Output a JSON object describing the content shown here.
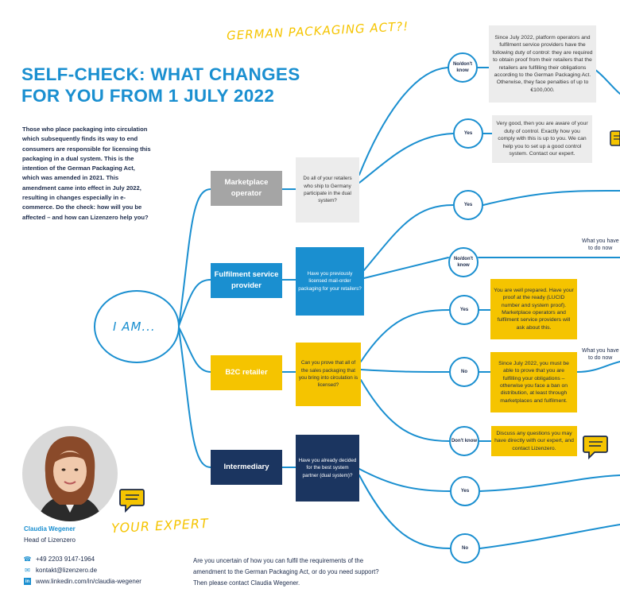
{
  "header": {
    "tag": "GERMAN PACKAGING ACT?!",
    "title_line1": "SELF-CHECK: WHAT CHANGES",
    "title_line2": "FOR YOU FROM 1 JULY 2022",
    "intro": "Those who place packaging into circulation which subsequently finds its way to end consumers are responsible for licensing this packaging in a dual system. This is the intention of the German Packaging Act, which was amended in 2021. This amendment came into effect in July 2022, resulting in changes especially in e-commerce. Do the check: how will you be affected – and how can Lizenzero help you?"
  },
  "start_label": "I AM...",
  "roles": {
    "marketplace": "Marketplace operator",
    "fulfilment": "Fulfilment service provider",
    "b2c": "B2C retailer",
    "intermediary": "Intermediary"
  },
  "questions": {
    "marketplace": "Do all of your retailers who ship to Germany participate in the dual system?",
    "fulfilment": "Have you previously licensed mail-order packaging for your retailers?",
    "b2c": "Can you prove that all of the sales packaging that you bring into circulation is licensed?",
    "intermediary": "Have you already decided for the best system partner (dual system)?"
  },
  "answers": {
    "a1": "No/don't know",
    "a2": "Yes",
    "a3": "Yes",
    "a4": "No/don't know",
    "a5": "Yes",
    "a6": "No",
    "a7": "Don't know",
    "a8": "Yes",
    "a9": "No"
  },
  "results": {
    "r1": "Since July 2022, platform operators and fulfilment service providers have the following duty of control: they are required to obtain proof from their retailers that the retailers are fulfilling their obligations according to the German Packaging Act. Otherwise, they face penalties of up to €100,000.",
    "r2": "Very good, then you are aware of your duty of control. Exactly how you comply with this is up to you. We can help you to set up a good control system. Contact our expert.",
    "r3": "You are well prepared. Have your proof at the ready (LUCID number and system proof). Marketplace operators and fulfilment service providers will ask about this.",
    "r4": "Since July 2022, you must be able to prove that you are fulfilling your obligations – otherwise you face a ban on distribution, at least through marketplaces and fulfilment.",
    "r5": "Discuss any questions you may have directly with our expert, and contact Lizenzero."
  },
  "side_notes": {
    "n1a": "What you have",
    "n1b": "to do now",
    "n2a": "What you have",
    "n2b": "to do now"
  },
  "expert": {
    "tag": "YOUR EXPERT",
    "name": "Claudia Wegener",
    "role": "Head of Lizenzero",
    "phone": "+49 2203 9147-1964",
    "email": "kontakt@lizenzero.de",
    "linkedin": "www.linkedin.com/in/claudia-wegener"
  },
  "footer_text": "Are you uncertain of how you can fulfil the requirements of the amendment to the German Packaging Act, or do you need support? Then please contact Claudia Wegener.",
  "colors": {
    "blue": "#1a8fd0",
    "navy": "#1b3560",
    "yellow": "#f5c400",
    "grey": "#a5a5a5",
    "light_grey": "#ececec"
  }
}
